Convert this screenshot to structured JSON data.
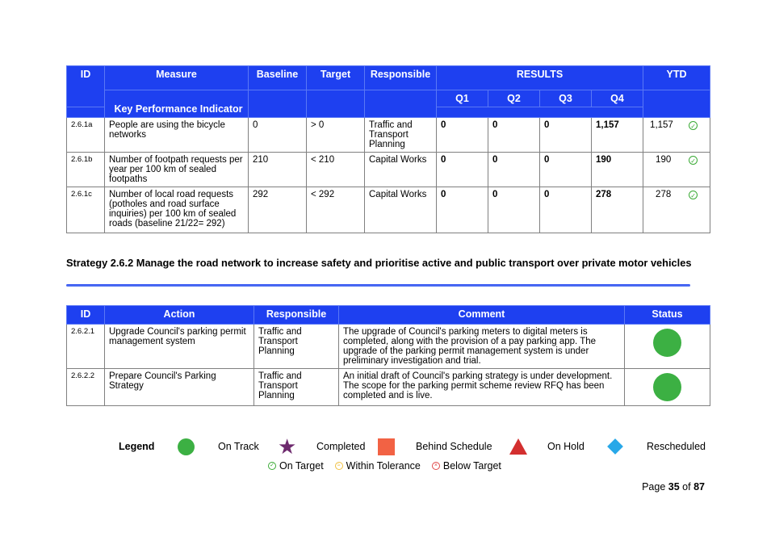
{
  "kpi_table": {
    "headers": {
      "id": "ID",
      "measure": "Measure",
      "baseline": "Baseline",
      "target": "Target",
      "responsible": "Responsible",
      "results": "RESULTS",
      "ytd": "YTD",
      "q1": "Q1",
      "q2": "Q2",
      "q3": "Q3",
      "q4": "Q4",
      "kpi": "Key Performance Indicator"
    },
    "rows": [
      {
        "id": "2.6.1a",
        "measure": "People are using the bicycle networks",
        "baseline": "0",
        "target": "> 0",
        "responsible": "Traffic and Transport Planning",
        "q1": "0",
        "q2": "0",
        "q3": "0",
        "q4": "1,157",
        "ytd": "1,157",
        "status": "on-target"
      },
      {
        "id": "2.6.1b",
        "measure": "Number of footpath requests per year per 100 km of sealed footpaths",
        "baseline": "210",
        "target": "< 210",
        "responsible": "Capital Works",
        "q1": "0",
        "q2": "0",
        "q3": "0",
        "q4": "190",
        "ytd": "190",
        "status": "on-target"
      },
      {
        "id": "2.6.1c",
        "measure": "Number of local road requests (potholes and road surface inquiries) per 100 km of sealed roads (baseline 21/22= 292)",
        "baseline": "292",
        "target": "< 292",
        "responsible": "Capital Works",
        "q1": "0",
        "q2": "0",
        "q3": "0",
        "q4": "278",
        "ytd": "278",
        "status": "on-target"
      }
    ]
  },
  "strategy": {
    "title": "Strategy 2.6.2 Manage the road network to increase safety and prioritise active and public transport over private motor vehicles"
  },
  "action_table": {
    "headers": {
      "id": "ID",
      "action": "Action",
      "responsible": "Responsible",
      "comment": "Comment",
      "status": "Status"
    },
    "rows": [
      {
        "id": "2.6.2.1",
        "action": "Upgrade Council's parking permit management system",
        "responsible": "Traffic and Transport Planning",
        "comment": "The upgrade of Council's parking meters to digital meters is completed, along with the provision of a pay parking app. The upgrade of the parking permit management system is under preliminary investigation and trial.",
        "status": "on-track"
      },
      {
        "id": "2.6.2.2",
        "action": "Prepare Council's Parking Strategy",
        "responsible": "Traffic and Transport Planning",
        "comment": "An initial draft of Council's parking strategy is under development. The scope for the parking permit scheme review RFQ has been completed and is live.",
        "status": "on-track"
      }
    ]
  },
  "legend": {
    "title": "Legend",
    "on_track": "On Track",
    "completed": "Completed",
    "behind_schedule": "Behind Schedule",
    "on_hold": "On Hold",
    "rescheduled": "Rescheduled",
    "on_target": "On Target",
    "within_tolerance": "Within Tolerance",
    "below_target": "Below Target"
  },
  "page": {
    "prefix": "Page",
    "current": "35",
    "of": "of",
    "total": "87"
  },
  "colors": {
    "header_blue": "#1e40f0",
    "on_track": "#3cb043",
    "behind": "#f26244",
    "on_hold": "#d32f2f",
    "rescheduled": "#28a8e8",
    "completed": "#6e2a6e"
  }
}
